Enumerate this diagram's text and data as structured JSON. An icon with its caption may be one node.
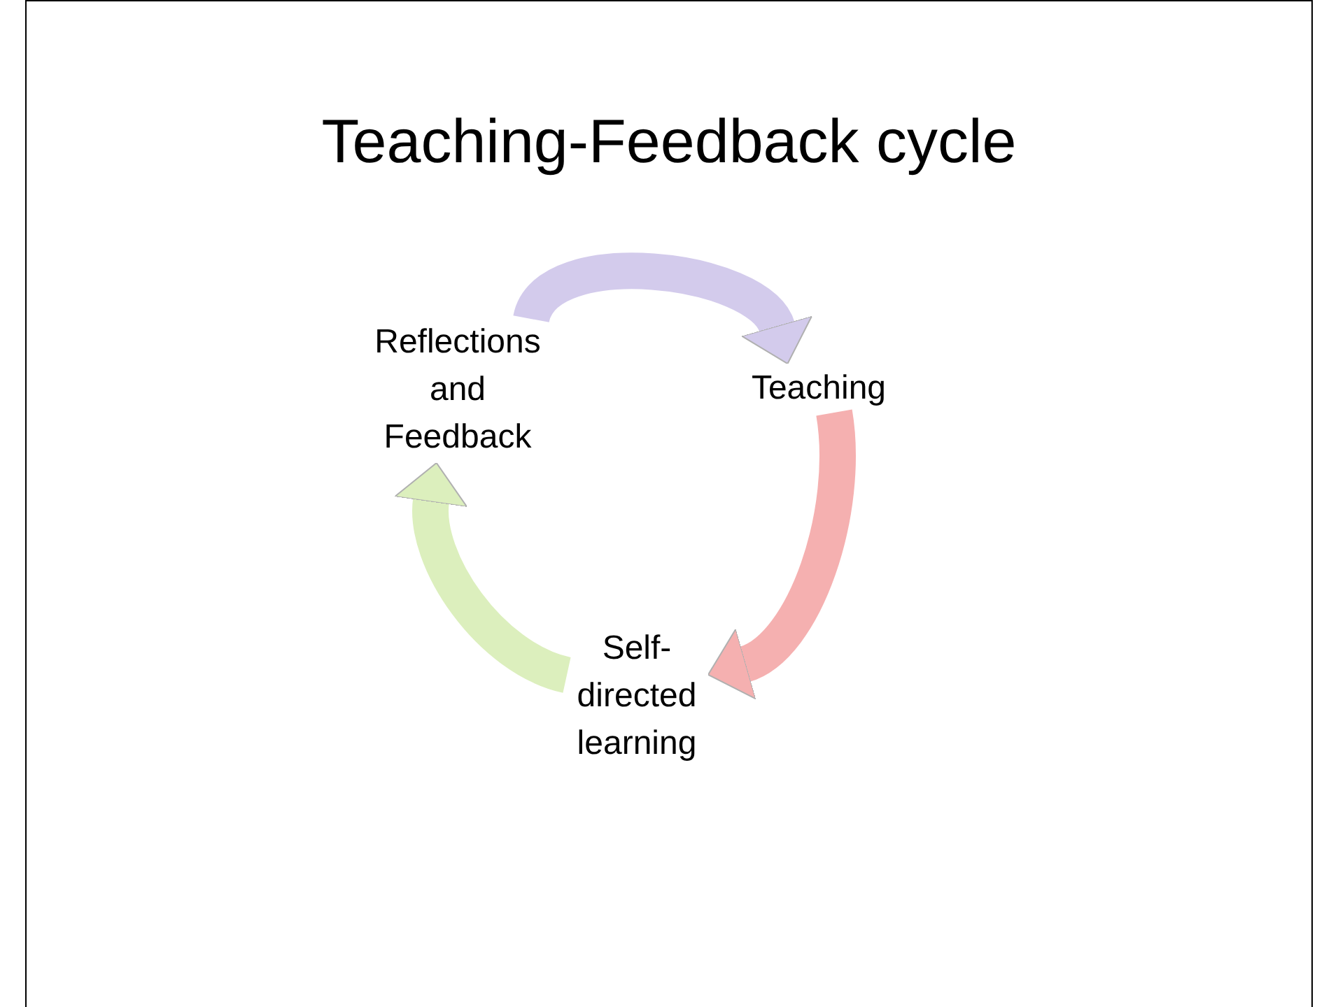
{
  "diagram": {
    "title": "Teaching-Feedback cycle",
    "nodes": [
      {
        "text": [
          "Reflections and Feedback"
        ]
      },
      {
        "text": [
          "Teaching"
        ]
      },
      {
        "text": [
          "Self-directed learning"
        ]
      }
    ],
    "edges": [
      {
        "from": 0,
        "to": 1,
        "arrow": "to",
        "color": "#d3cbec"
      },
      {
        "from": 1,
        "to": 2,
        "arrow": "to",
        "color": "#f5b0b0"
      },
      {
        "from": 2,
        "to": 0,
        "arrow": "to",
        "color": "#dcefbd"
      }
    ]
  }
}
